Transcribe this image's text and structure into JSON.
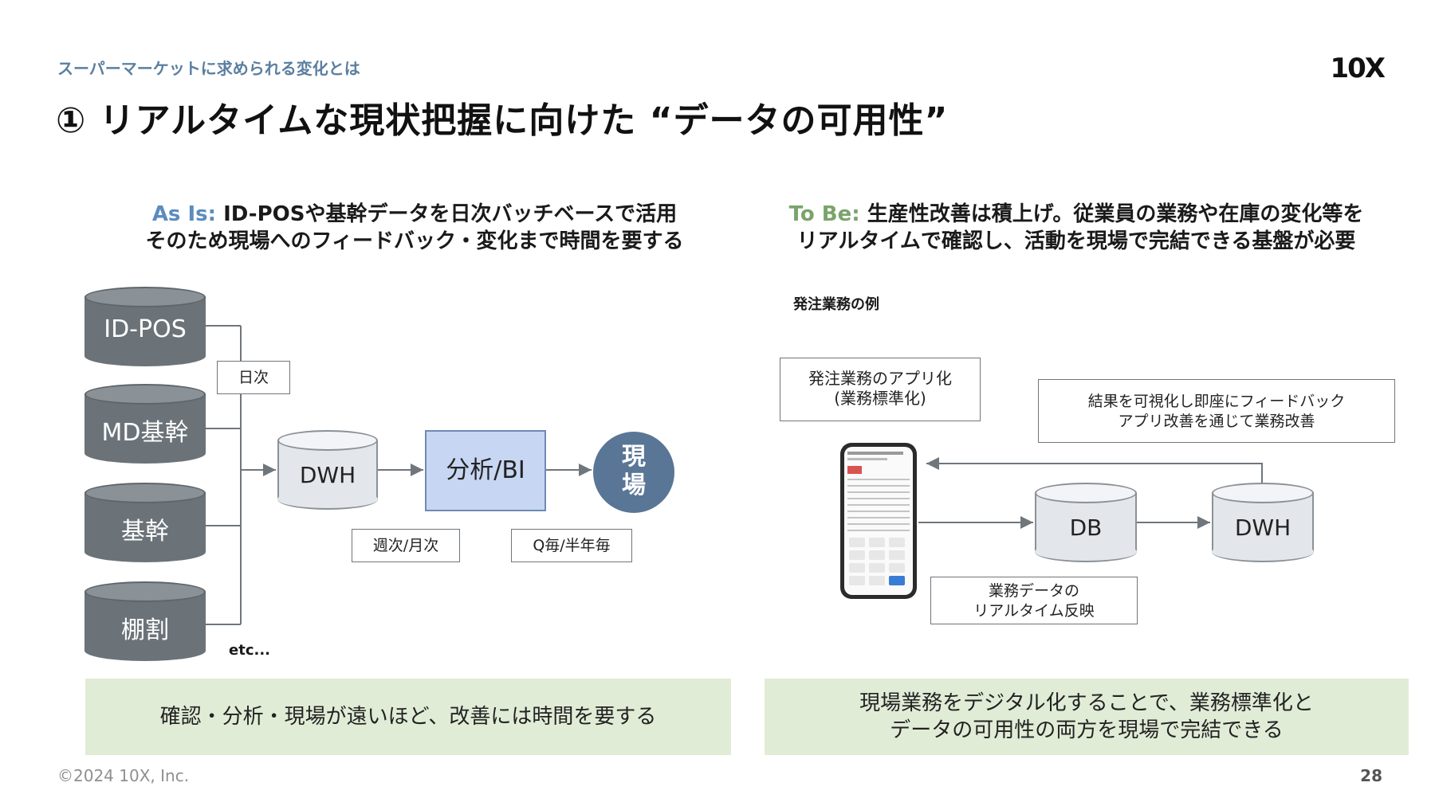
{
  "header": {
    "eyebrow": "スーパーマーケットに求められる変化とは",
    "title": "① リアルタイムな現状把握に向けた “データの可用性”",
    "logo": "10X"
  },
  "left": {
    "heading_prefix": "As Is:",
    "heading_line1": " ID-POSや基幹データを日次バッチベースで活用",
    "heading_line2": "そのため現場へのフィードバック・変化まで時間を要する",
    "sources": [
      "ID-POS",
      "MD基幹",
      "基幹",
      "棚割"
    ],
    "sources_more": "etc...",
    "tag_daily": "日次",
    "dwh": "DWH",
    "bi": "分析/BI",
    "site": "現場",
    "tag_weekly": "週次/月次",
    "tag_quarter": "Q毎/半年毎",
    "summary": "確認・分析・現場が遠いほど、改善には時間を要する"
  },
  "right": {
    "heading_prefix": "To Be:",
    "heading_line1": " 生産性改善は積上げ。従業員の業務や在庫の変化等を",
    "heading_line2": "リアルタイムで確認し、活動を現場で完結できる基盤が必要",
    "example_label": "発注業務の例",
    "app_box_line1": "発注業務のアプリ化",
    "app_box_line2": "(業務標準化)",
    "feedback_line1": "結果を可視化し即座にフィードバック",
    "feedback_line2": "アプリ改善を通じて業務改善",
    "db": "DB",
    "dwh": "DWH",
    "realtime_line1": "業務データの",
    "realtime_line2": "リアルタイム反映",
    "summary_line1": "現場業務をデジタル化することで、業務標準化と",
    "summary_line2": "データの可用性の両方を現場で完結できる"
  },
  "footer": {
    "copyright": "©2024 10X, Inc.",
    "page": "28"
  }
}
